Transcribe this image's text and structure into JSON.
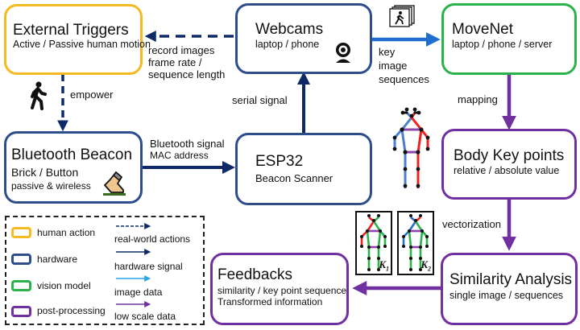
{
  "nodes": {
    "external_triggers": {
      "title": "External Triggers",
      "sub": "Active / Passive human motion",
      "category": "human action"
    },
    "webcams": {
      "title": "Webcams",
      "sub": "laptop / phone",
      "icon": "webcam-icon"
    },
    "movenet": {
      "title": "MoveNet",
      "sub": "laptop / phone / server"
    },
    "bluetooth_beacon": {
      "title": "Bluetooth Beacon",
      "sub1": "Brick / Button",
      "sub2": "passive & wireless",
      "icon": "foot-press-icon"
    },
    "esp32": {
      "title": "ESP32",
      "sub": "Beacon Scanner"
    },
    "body_keypoints": {
      "title": "Body Key points",
      "sub": "relative / absolute value"
    },
    "similarity": {
      "title": "Similarity Analysis",
      "sub": "single image / sequences"
    },
    "feedbacks": {
      "title": "Feedbacks",
      "sub1": "similarity / key point sequence",
      "sub2": "Transformed information"
    }
  },
  "edges": {
    "record": [
      "record images",
      "frame rate /",
      "sequence length"
    ],
    "key_images": [
      "key",
      "image",
      "sequences"
    ],
    "empower": "empower",
    "serial": "serial signal",
    "mapping": "mapping",
    "bluetooth": [
      "Bluetooth signal",
      "MAC address"
    ],
    "vectorization": "vectorization"
  },
  "keypoint_labels": {
    "k1": "K",
    "k1_sub": "1",
    "k2": "K",
    "k2_sub": "2"
  },
  "legend": {
    "boxes": [
      {
        "label": "human action",
        "color": "#f5b921"
      },
      {
        "label": "hardware",
        "color": "#2e4d8c"
      },
      {
        "label": "vision model",
        "color": "#2bb24c"
      },
      {
        "label": "post-processing",
        "color": "#7030a0"
      }
    ],
    "arrows": [
      {
        "label": "real-world actions",
        "color": "#0d2a66",
        "style": "dashed"
      },
      {
        "label": "hardware signal",
        "color": "#0d2a66",
        "style": "solid"
      },
      {
        "label": "image data",
        "color": "#29a8e8",
        "style": "solid"
      },
      {
        "label": "low scale data",
        "color": "#7030a0",
        "style": "solid"
      }
    ]
  },
  "colors": {
    "navy_arrow": "#0d2a66",
    "blue_arrow": "#1e6fd0",
    "purple": "#7030a0"
  }
}
